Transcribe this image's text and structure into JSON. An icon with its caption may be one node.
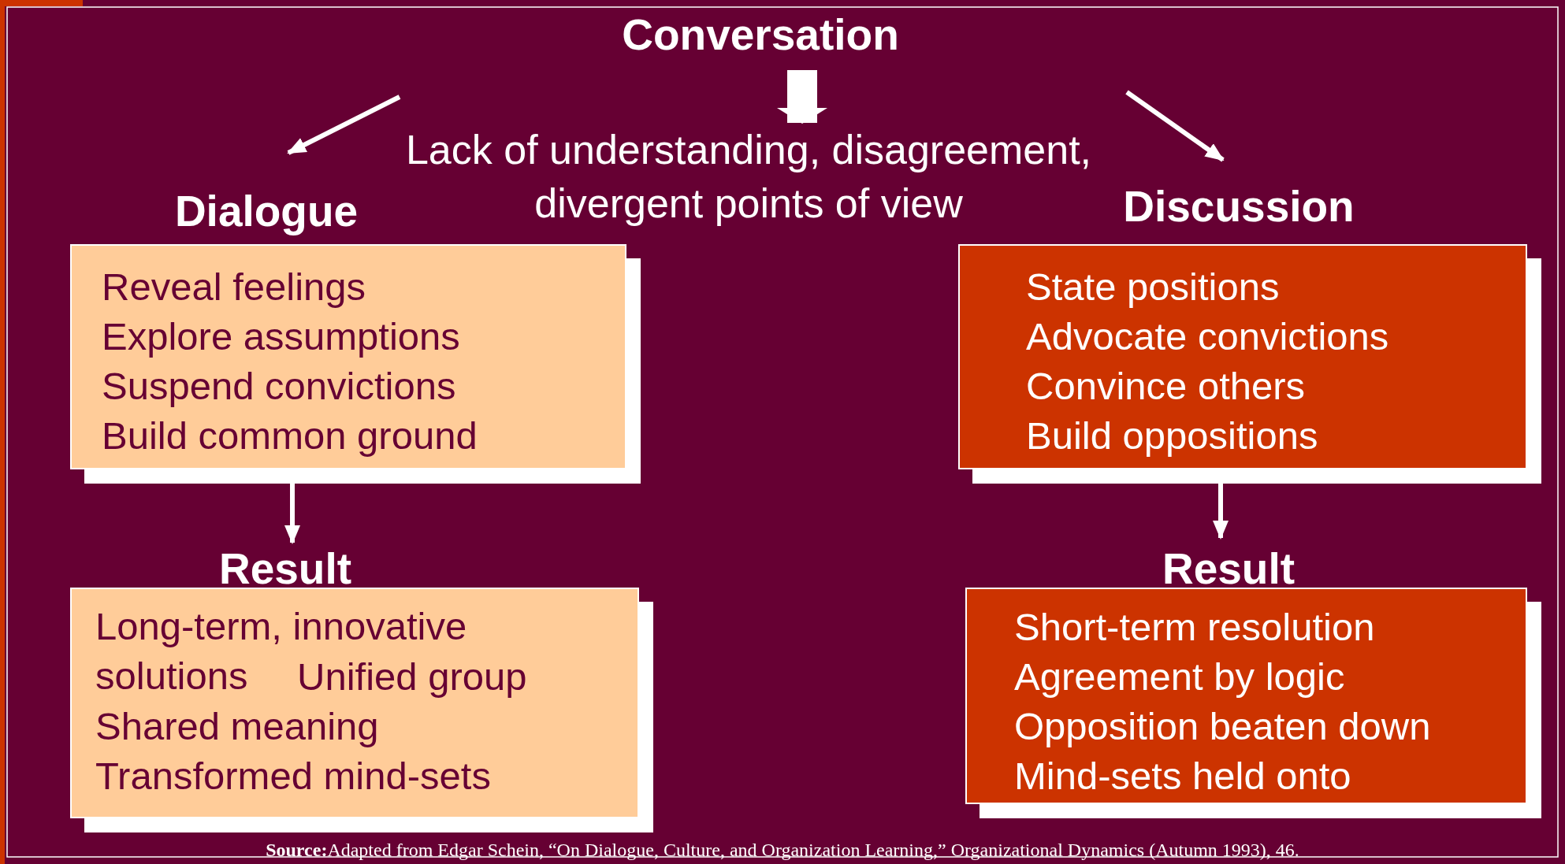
{
  "diagram": {
    "nodes": [
      {
        "text": [
          "Conversation"
        ]
      },
      {
        "text": [
          "Lack of understanding, disagreement, divergent points of view"
        ]
      },
      {
        "text": [
          "Dialogue",
          "Reveal feelings",
          "Explore assumptions",
          "Suspend convictions",
          "Build common ground"
        ]
      },
      {
        "text": [
          "Discussion",
          "State positions",
          "Advocate convictions",
          "Convince others",
          "Build oppositions"
        ]
      },
      {
        "text": [
          "Result",
          "Long-term, innovative solutions",
          "Unified group",
          "Shared meaning",
          "Transformed mind-sets"
        ]
      },
      {
        "text": [
          "Result",
          "Short-term resolution",
          "Agreement by logic",
          "Opposition beaten down",
          "Mind-sets held onto"
        ]
      }
    ],
    "edges": [
      {
        "from": 0,
        "to": 1,
        "arrow": "to",
        "style": "thick"
      },
      {
        "from": null,
        "to": 2,
        "arrow": "to"
      },
      {
        "from": null,
        "to": 3,
        "arrow": "to"
      },
      {
        "from": 2,
        "to": 4,
        "arrow": "to"
      },
      {
        "from": 3,
        "to": 5,
        "arrow": "to"
      }
    ],
    "labels": [
      "**Source:**Adapted from Edgar Schein, “On Dialogue, Culture, and Organization Learning,” Organizational Dynamics (Autumn 1993), 46."
    ]
  }
}
